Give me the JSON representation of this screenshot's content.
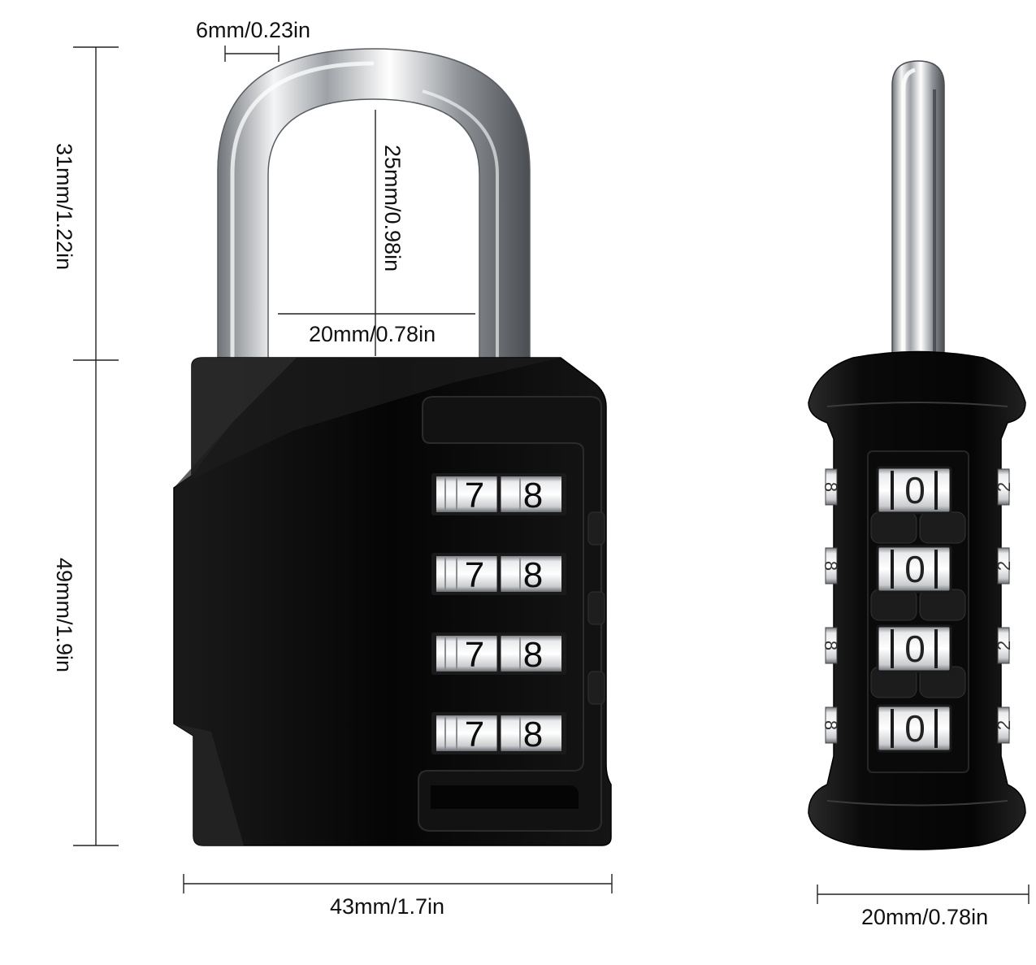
{
  "dimensions": {
    "shackle_thickness": "6mm/0.23in",
    "shackle_height": "31mm/1.22in",
    "inner_clearance": "25mm/0.98in",
    "inner_width": "20mm/0.78in",
    "body_height": "49mm/1.9in",
    "body_width": "43mm/1.7in",
    "side_depth": "20mm/0.78in"
  },
  "front_view": {
    "dials": [
      {
        "left": "7",
        "right": "8"
      },
      {
        "left": "7",
        "right": "8"
      },
      {
        "left": "7",
        "right": "8"
      },
      {
        "left": "7",
        "right": "8"
      }
    ]
  },
  "side_view": {
    "dials": [
      {
        "center": "0",
        "edge_left": "8",
        "edge_right": "2"
      },
      {
        "center": "0",
        "edge_left": "8",
        "edge_right": "2"
      },
      {
        "center": "0",
        "edge_left": "8",
        "edge_right": "2"
      },
      {
        "center": "0",
        "edge_left": "8",
        "edge_right": "2"
      }
    ]
  },
  "colors": {
    "body": "#0b0b0b",
    "chrome": "#d4d6d9"
  }
}
